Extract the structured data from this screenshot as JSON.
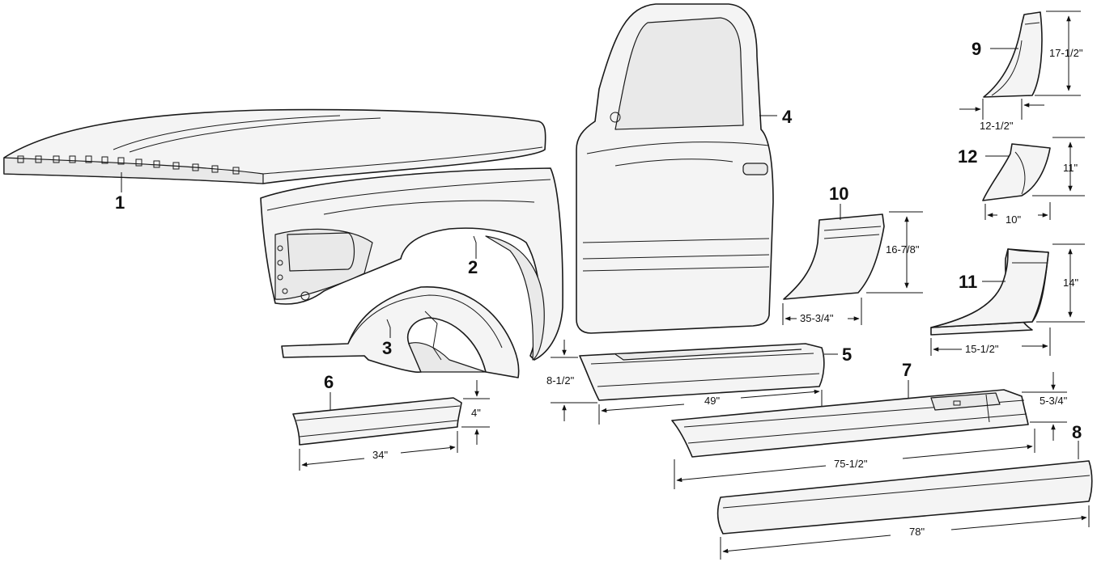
{
  "callouts": [
    {
      "id": "1"
    },
    {
      "id": "2"
    },
    {
      "id": "3"
    },
    {
      "id": "4"
    },
    {
      "id": "5"
    },
    {
      "id": "6"
    },
    {
      "id": "7"
    },
    {
      "id": "8"
    },
    {
      "id": "9"
    },
    {
      "id": "10"
    },
    {
      "id": "11"
    },
    {
      "id": "12"
    }
  ],
  "dimensions": {
    "d9_height": "17-1/2\"",
    "d9_width": "12-1/2\"",
    "d12_height": "11\"",
    "d12_width": "10\"",
    "d10_height": "16-7/8\"",
    "d10_width": "35-3/4\"",
    "d11_height": "14\"",
    "d11_width": "15-1/2\"",
    "d5_height": "8-1/2\"",
    "d5_width": "49\"",
    "d6_height": "4\"",
    "d6_width": "34\"",
    "d7_height": "5-3/4\"",
    "d7_width": "75-1/2\"",
    "d8_width": "78\""
  }
}
